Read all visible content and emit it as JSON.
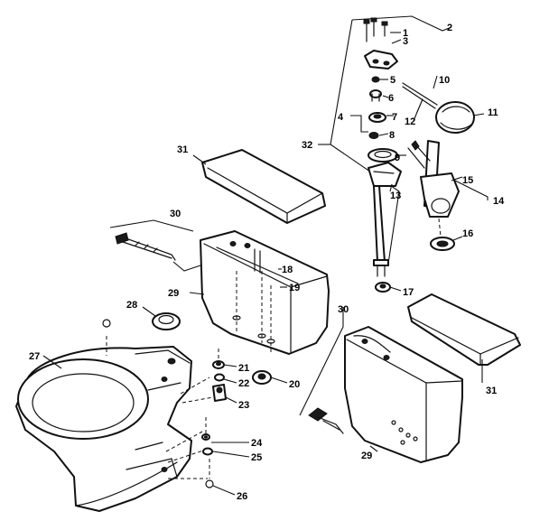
{
  "callouts": {
    "c1": "1",
    "c2": "2",
    "c3": "3",
    "c4": "4",
    "c5": "5",
    "c6": "6",
    "c7": "7",
    "c8": "8",
    "c9": "9",
    "c10": "10",
    "c11": "11",
    "c12": "12",
    "c13": "13",
    "c14": "14",
    "c15": "15",
    "c16": "16",
    "c17": "17",
    "c18": "18",
    "c19": "19",
    "c20": "20",
    "c21": "21",
    "c22": "22",
    "c23": "23",
    "c24": "24",
    "c25": "25",
    "c26": "26",
    "c27": "27",
    "c28": "28",
    "c29a": "29",
    "c29b": "29",
    "c30a": "30",
    "c30b": "30",
    "c31a": "31",
    "c31b": "31",
    "c32": "32"
  }
}
